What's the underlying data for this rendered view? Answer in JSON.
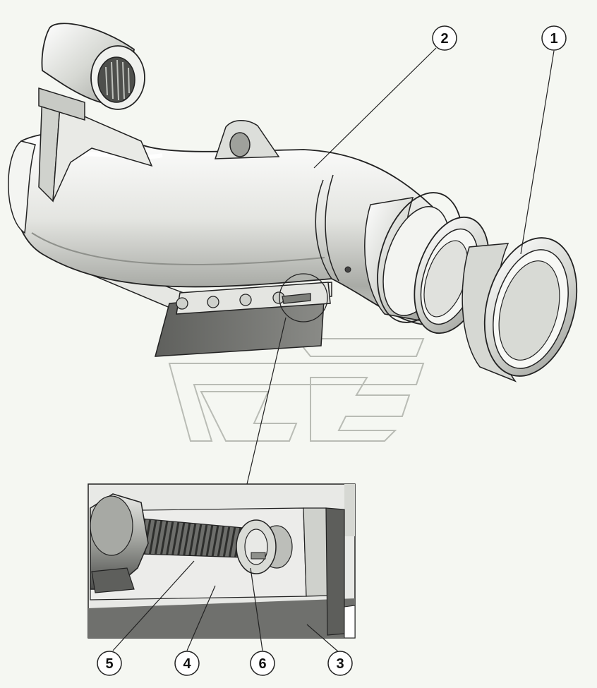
{
  "diagram": {
    "callouts": [
      {
        "id": "1",
        "label": "1"
      },
      {
        "id": "2",
        "label": "2"
      },
      {
        "id": "3",
        "label": "3"
      },
      {
        "id": "4",
        "label": "4"
      },
      {
        "id": "5",
        "label": "5"
      },
      {
        "id": "6",
        "label": "6"
      }
    ],
    "colors": {
      "background": "#f5f7f2",
      "metal_light": "#ffffff",
      "metal_mid": "#d9dbd6",
      "metal_dark": "#8e908b",
      "plate_dark": "#6f706d",
      "outline": "#222222",
      "watermark": "#b9bcb5"
    }
  }
}
